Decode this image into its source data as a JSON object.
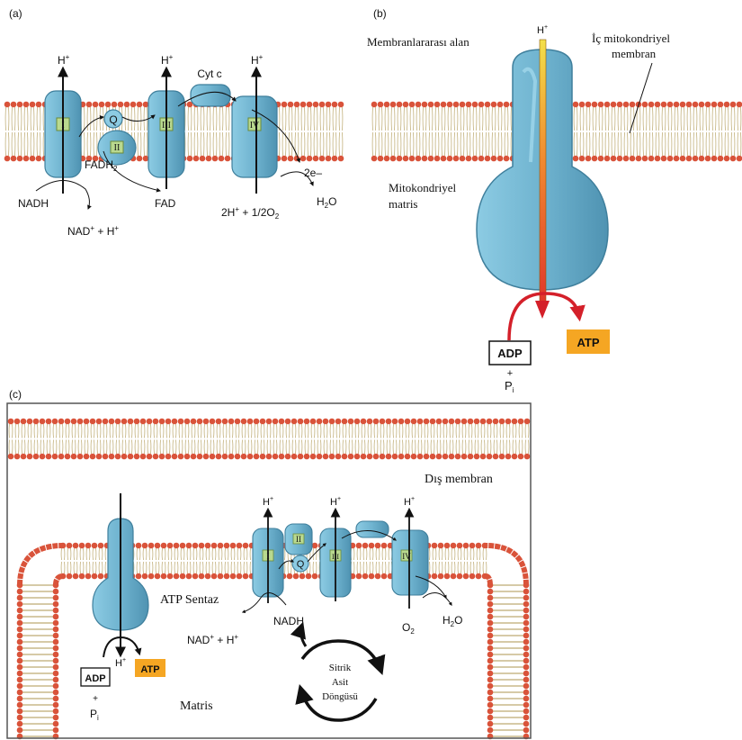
{
  "panels": {
    "a": {
      "label": "(a)",
      "complexes": [
        "I",
        "II",
        "III",
        "IV"
      ],
      "proton_label": "H",
      "proton_sup": "+",
      "q_label": "Q",
      "cytc_label": "Cyt c",
      "nadh_label": "NADH",
      "nad_label": "NAD",
      "nad_sup": "+",
      "nad_tail": " + H",
      "nad_tail_sup": "+",
      "fadh2_label": "FADH",
      "fadh2_sub": "2",
      "fad_label": "FAD",
      "electrons_label": "2e–",
      "oxygen_label_a": "2H",
      "oxygen_label_sup": "+",
      "oxygen_label_b": " + 1/2O",
      "oxygen_label_sub": "2",
      "water_label": "H",
      "water_sub": "2",
      "water_tail": "O"
    },
    "b": {
      "label": "(b)",
      "proton_label": "H",
      "proton_sup": "+",
      "intermembrane_label": "Membranlararası alan",
      "inner_membrane_line1": "İç mitokondriyel",
      "inner_membrane_line2": "membran",
      "matrix_line1": "Mitokondriyel",
      "matrix_line2": "matris",
      "adp_label": "ADP",
      "plus_label": "+",
      "pi_label": "P",
      "pi_sub": "i",
      "atp_label": "ATP"
    },
    "c": {
      "label": "(c)",
      "outer_membrane_label": "Dış membran",
      "atp_synthase_label": "ATP Sentaz",
      "complexes": [
        "I",
        "II",
        "III",
        "IV"
      ],
      "proton_label": "H",
      "proton_sup": "+",
      "q_label": "Q",
      "nadh_label": "NADH",
      "nad_label": "NAD",
      "nad_sup": "+",
      "nad_tail": " + H",
      "nad_tail_sup": "+",
      "o2_label": "O",
      "o2_sub": "2",
      "water_label": "H",
      "water_sub": "2",
      "water_tail": "O",
      "adp_label": "ADP",
      "plus_label": "+",
      "pi_label": "P",
      "pi_sub": "i",
      "atp_label": "ATP",
      "cycle_line1": "Sitrik",
      "cycle_line2": "Asit",
      "cycle_line3": "Döngüsü",
      "matrix_label": "Matris"
    }
  },
  "colors": {
    "protein_fill": "#6fb3cf",
    "protein_stroke": "#3f7f9c",
    "lipid_head": "#d9533a",
    "lipid_tail": "#c9b98a",
    "atp_fill": "#f5a623",
    "red_arrow": "#d4202a",
    "gradient_top": "#f3e04a",
    "gradient_bottom": "#e0352b"
  }
}
